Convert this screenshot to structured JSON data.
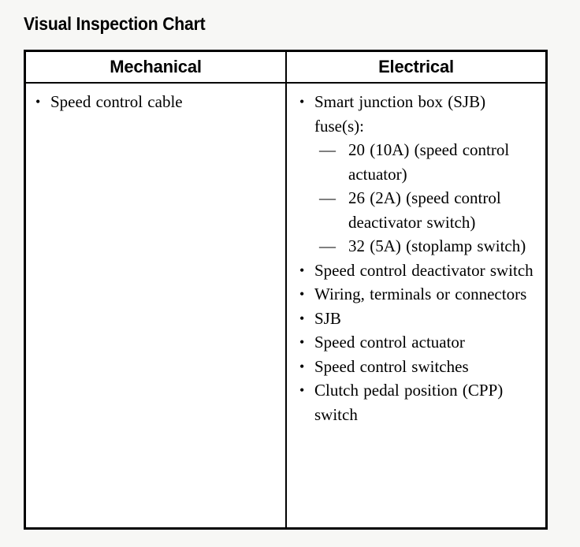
{
  "title": "Visual Inspection Chart",
  "table": {
    "columns": [
      {
        "header": "Mechanical",
        "items": [
          {
            "bullet": "•",
            "text": "Speed control cable",
            "subitems": []
          }
        ]
      },
      {
        "header": "Electrical",
        "items": [
          {
            "bullet": "•",
            "text": "Smart junction box (SJB) fuse(s):",
            "subitems": [
              {
                "dash": "—",
                "text": "20 (10A) (speed control actuator)"
              },
              {
                "dash": "—",
                "text": "26 (2A) (speed control deactivator switch)"
              },
              {
                "dash": "—",
                "text": "32 (5A) (stoplamp switch)"
              }
            ]
          },
          {
            "bullet": "•",
            "text": "Speed control deactivator switch",
            "subitems": []
          },
          {
            "bullet": "•",
            "text": "Wiring, terminals or connectors",
            "subitems": []
          },
          {
            "bullet": "•",
            "text": "SJB",
            "subitems": []
          },
          {
            "bullet": "•",
            "text": "Speed control actuator",
            "subitems": []
          },
          {
            "bullet": "•",
            "text": "Speed control switches",
            "subitems": []
          },
          {
            "bullet": "•",
            "text": "Clutch pedal position (CPP) switch",
            "subitems": []
          }
        ]
      }
    ]
  },
  "colors": {
    "ink": "#000000",
    "page_background": "#f7f7f5",
    "table_background": "#ffffff",
    "border": "#000000"
  }
}
